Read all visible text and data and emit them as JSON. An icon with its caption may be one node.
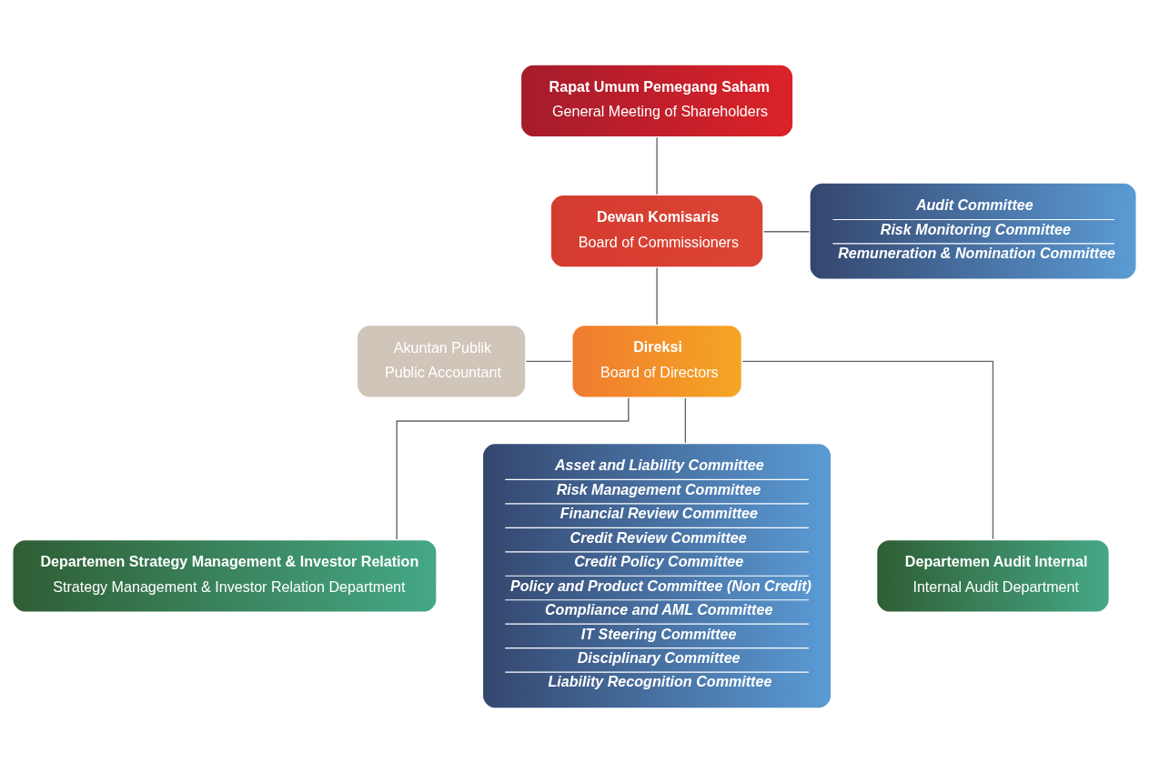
{
  "diagram": {
    "nodes": [
      {
        "text": [
          "Rapat Umum Pemegang Saham",
          "General Meeting of Shareholders"
        ]
      },
      {
        "text": [
          "Dewan Komisaris",
          "Board of Commissioners"
        ]
      },
      {
        "text": [
          "Audit Committee",
          "Risk Monitoring Committee",
          "Remuneration & Nomination Committee"
        ]
      },
      {
        "text": [
          "Akuntan Publik",
          "Public Accountant"
        ]
      },
      {
        "text": [
          "Direksi",
          "Board of Directors"
        ]
      },
      {
        "text": [
          "Departemen Strategy Management & Investor Relation",
          "Strategy Management & Investor Relation Department"
        ]
      },
      {
        "text": [
          "Asset and Liability Committee",
          "Risk Management Committee",
          "Financial Review Committee",
          "Credit Review Committee",
          "Credit Policy Committee",
          "Policy and Product Committee (Non Credit)",
          "Compliance and AML Committee",
          "IT Steering Committee",
          "Disciplinary Committee",
          "Liability Recognition Committee"
        ]
      },
      {
        "text": [
          "Departemen Audit Internal",
          "Internal Audit Department"
        ]
      }
    ],
    "edges": [
      {
        "from": 0,
        "to": 1,
        "arrow": "none"
      },
      {
        "from": 1,
        "to": 4,
        "arrow": "none"
      },
      {
        "from": 1,
        "to": 2,
        "arrow": "none"
      },
      {
        "from": 3,
        "to": 4,
        "arrow": "none"
      },
      {
        "from": 4,
        "to": 5,
        "arrow": "none"
      },
      {
        "from": 4,
        "to": 6,
        "arrow": "none"
      },
      {
        "from": 4,
        "to": 7,
        "arrow": "none"
      }
    ]
  }
}
